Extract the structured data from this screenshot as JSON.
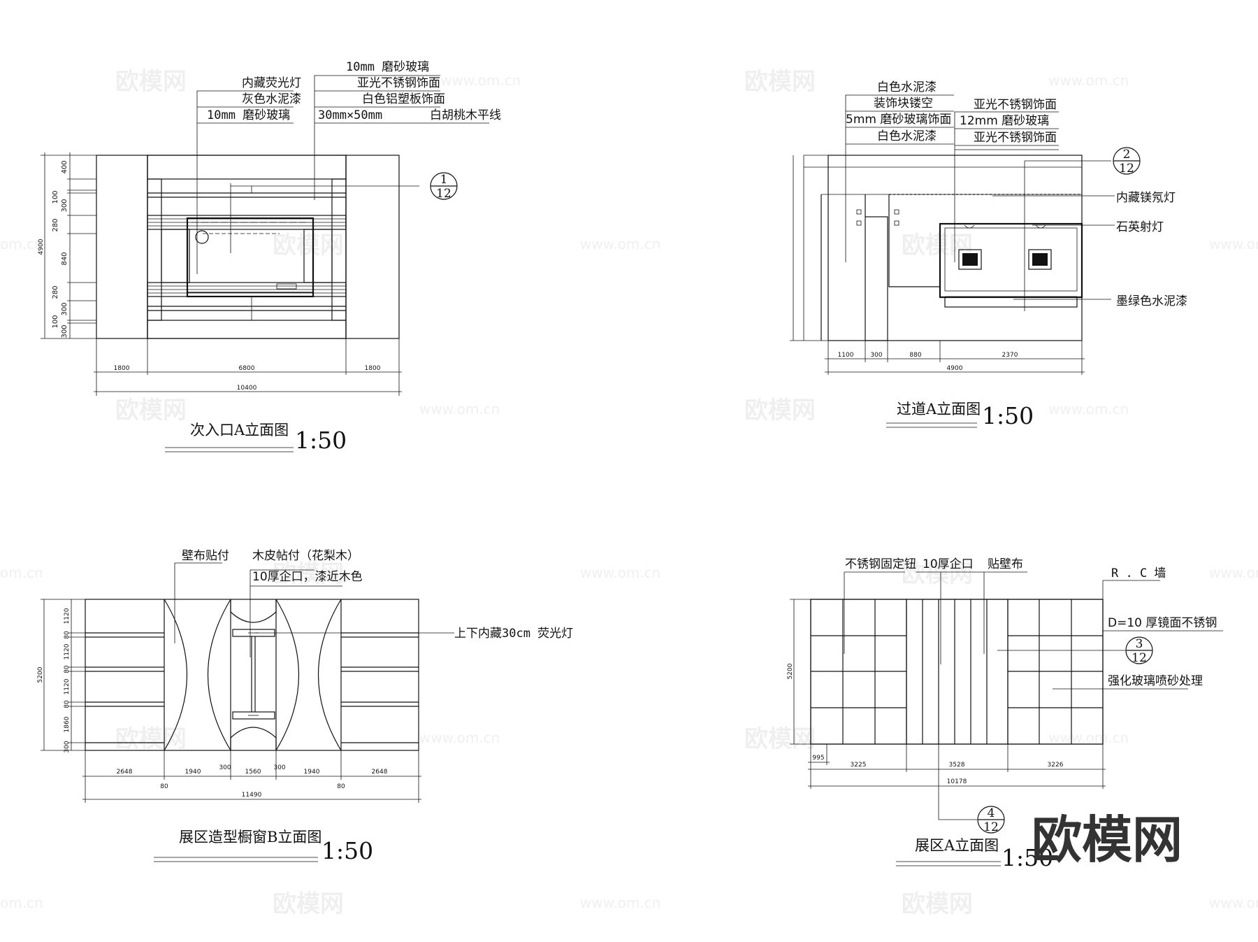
{
  "watermark": {
    "logo": "欧模网",
    "url": "www.om.cn",
    "url_short": "om.cn",
    "brand": "欧模网"
  },
  "drawing1": {
    "title": "次入口A立面图",
    "scale": "1:50",
    "labels": [
      "10mm  磨砂玻璃",
      "内藏荧光灯",
      "亚光不锈钢饰面",
      "灰色水泥漆",
      "白色铝塑板饰面",
      "10mm  磨砂玻璃",
      "30mm×50mm",
      "白胡桃木平线"
    ],
    "ref": {
      "top": "1",
      "bottom": "12"
    },
    "vdims": [
      "400",
      "100",
      "300",
      "280",
      "840",
      "280",
      "300",
      "100",
      "300",
      "4900"
    ],
    "hdims": [
      "1800",
      "6800",
      "1800",
      "10400"
    ]
  },
  "drawing2": {
    "title": "过道A立面图",
    "scale": "1:50",
    "labels_left": [
      "白色水泥漆",
      "装饰块镂空",
      "5mm  磨砂玻璃饰面",
      "白色水泥漆"
    ],
    "labels_right": [
      "亚光不锈钢饰面",
      "12mm  磨砂玻璃",
      "亚光不锈钢饰面"
    ],
    "callouts": [
      "内藏镁氖灯",
      "石英射灯",
      "墨绿色水泥漆"
    ],
    "ref": {
      "top": "2",
      "bottom": "12"
    },
    "hdims": [
      "1100",
      "300",
      "880",
      "2370",
      "4900"
    ]
  },
  "drawing3": {
    "title": "展区造型橱窗B立面图",
    "scale": "1:50",
    "labels": [
      "壁布贴付",
      "木皮帖付（花梨木）",
      "10厚企口，漆近木色",
      "上下内藏30cm  荧光灯"
    ],
    "vdims": [
      "1120",
      "80",
      "1120",
      "80",
      "1120",
      "80",
      "1860",
      "300",
      "5200"
    ],
    "hdims": [
      "2648",
      "80",
      "1940",
      "300",
      "1560",
      "300",
      "1940",
      "80",
      "2648",
      "11490"
    ]
  },
  "drawing4": {
    "title": "展区A立面图",
    "scale": "1:50",
    "labels": [
      "不锈钢固定钮",
      "10厚企口",
      "贴壁布",
      "R . C  墙",
      "D=10   厚镜面不锈钢",
      "强化玻璃喷砂处理"
    ],
    "ref_right": {
      "top": "3",
      "bottom": "12"
    },
    "ref_bottom": {
      "top": "4",
      "bottom": "12"
    },
    "vdims": [
      "5200"
    ],
    "hdims": [
      "995",
      "3225",
      "3528",
      "3226",
      "10178"
    ]
  }
}
